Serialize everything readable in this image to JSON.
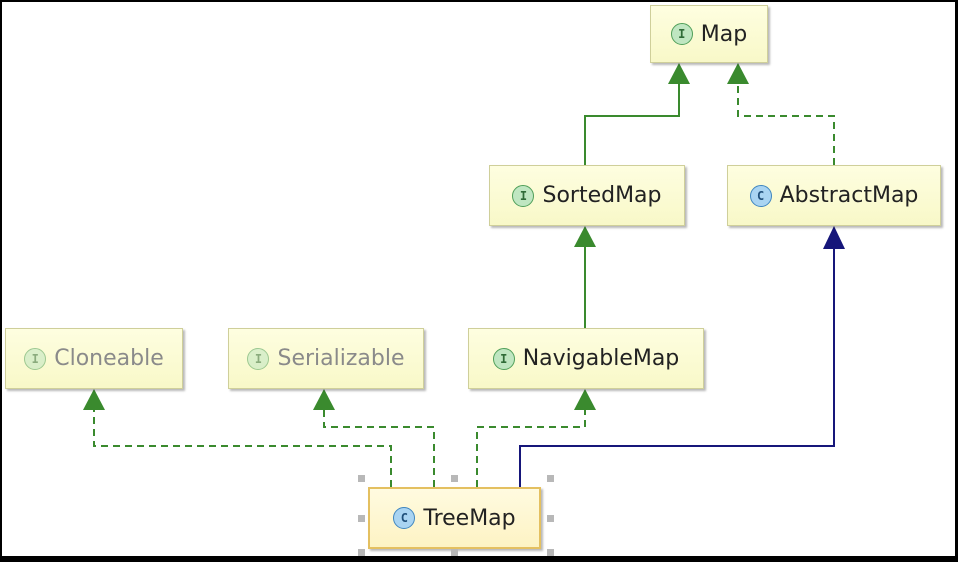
{
  "diagram": {
    "nodes": [
      {
        "id": "map",
        "label": "Map",
        "kind": "I"
      },
      {
        "id": "sortedmap",
        "label": "SortedMap",
        "kind": "I"
      },
      {
        "id": "abstractmap",
        "label": "AbstractMap",
        "kind": "C"
      },
      {
        "id": "cloneable",
        "label": "Cloneable",
        "kind": "I"
      },
      {
        "id": "serializable",
        "label": "Serializable",
        "kind": "I"
      },
      {
        "id": "navigablemap",
        "label": "NavigableMap",
        "kind": "I"
      },
      {
        "id": "treemap",
        "label": "TreeMap",
        "kind": "C"
      }
    ],
    "colors": {
      "interface_link": "#3a8a2e",
      "extends_link": "#16167a",
      "node_fill": "#fbfbd4",
      "interface_badge": "#bfe6c1",
      "class_badge": "#a9d4f2"
    }
  }
}
